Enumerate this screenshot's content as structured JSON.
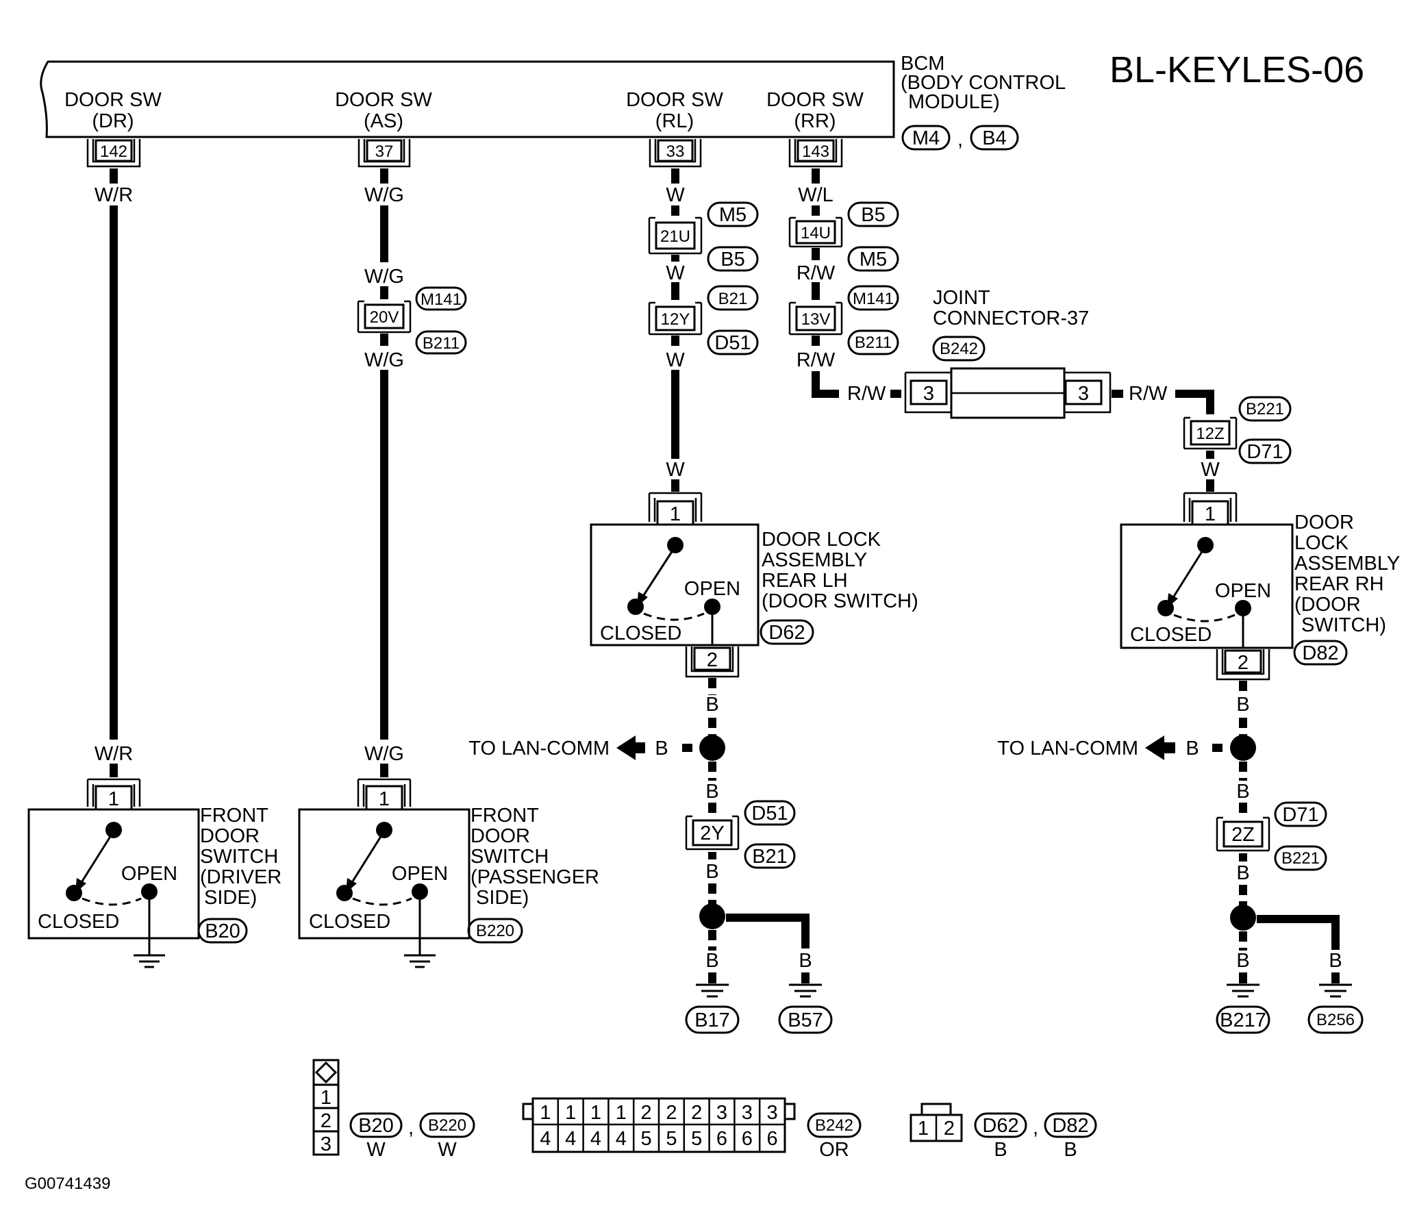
{
  "title": "BL-KEYLES-06",
  "figure_id": "G00741439",
  "bcm": {
    "label_1": "BCM",
    "label_2": "(BODY CONTROL",
    "label_3": "MODULE)",
    "connectors": [
      "M4",
      "B4"
    ],
    "inputs": [
      {
        "line1": "DOOR SW",
        "line2": "(DR)",
        "pin": "142"
      },
      {
        "line1": "DOOR SW",
        "line2": "(AS)",
        "pin": "37"
      },
      {
        "line1": "DOOR SW",
        "line2": "(RL)",
        "pin": "33"
      },
      {
        "line1": "DOOR SW",
        "line2": "(RR)",
        "pin": "143"
      }
    ]
  },
  "wire_colors": {
    "dr": "W/R",
    "as": "W/G",
    "rl": "W",
    "rr_top": "W/L",
    "rr": "R/W",
    "ground": "B"
  },
  "inline_connectors": {
    "c21u": {
      "pin": "21U",
      "top": "M5",
      "bottom": "B5"
    },
    "c12y": {
      "pin": "12Y",
      "top": "B21",
      "bottom": "D51"
    },
    "c14u": {
      "pin": "14U",
      "top": "B5",
      "bottom": "M5"
    },
    "c13v": {
      "pin": "13V",
      "top": "M141",
      "bottom": "B211"
    },
    "c20v": {
      "pin": "20V",
      "top": "M141",
      "bottom": "B211"
    },
    "c12z": {
      "pin": "12Z",
      "top": "B221",
      "bottom": "D71"
    },
    "c2y": {
      "pin": "2Y",
      "top": "D51",
      "bottom": "B21"
    },
    "c2z": {
      "pin": "2Z",
      "top": "D71",
      "bottom": "B221"
    }
  },
  "joint_connector": {
    "line1": "JOINT",
    "line2": "CONNECTOR-37",
    "connector": "B242",
    "pin_left": "3",
    "pin_right": "3"
  },
  "front_dr": {
    "lines": [
      "FRONT",
      "DOOR",
      "SWITCH",
      "(DRIVER",
      "SIDE)"
    ],
    "connector": "B20",
    "pin": "1",
    "open": "OPEN",
    "closed": "CLOSED"
  },
  "front_as": {
    "lines": [
      "FRONT",
      "DOOR",
      "SWITCH",
      "(PASSENGER",
      "SIDE)"
    ],
    "connector": "B220",
    "pin": "1",
    "open": "OPEN",
    "closed": "CLOSED"
  },
  "rear_lh": {
    "lines": [
      "DOOR LOCK",
      "ASSEMBLY",
      "REAR LH",
      "(DOOR SWITCH)"
    ],
    "connector": "D62",
    "pin_top": "1",
    "pin_bottom": "2",
    "open": "OPEN",
    "closed": "CLOSED",
    "lan": "TO LAN-COMM",
    "grounds": [
      "B17",
      "B57"
    ]
  },
  "rear_rh": {
    "lines": [
      "DOOR",
      "LOCK",
      "ASSEMBLY",
      "REAR RH",
      "(DOOR",
      "SWITCH)"
    ],
    "connector": "D82",
    "pin_top": "1",
    "pin_bottom": "2",
    "open": "OPEN",
    "closed": "CLOSED",
    "lan": "TO LAN-COMM",
    "grounds": [
      "B217",
      "B256"
    ]
  },
  "legend": {
    "conn3": {
      "pins": [
        "1",
        "2",
        "3"
      ],
      "ids": [
        "B20",
        "B220"
      ],
      "colors": [
        "W",
        "W"
      ]
    },
    "conn20": {
      "top": [
        "1",
        "1",
        "1",
        "1",
        "2",
        "2",
        "2",
        "3",
        "3",
        "3"
      ],
      "bottom": [
        "4",
        "4",
        "4",
        "4",
        "5",
        "5",
        "5",
        "6",
        "6",
        "6"
      ],
      "id": "B242",
      "color": "OR"
    },
    "conn2": {
      "pins": [
        "1",
        "2"
      ],
      "ids": [
        "D62",
        "D82"
      ],
      "colors": [
        "B",
        "B"
      ]
    },
    "comma": ","
  }
}
